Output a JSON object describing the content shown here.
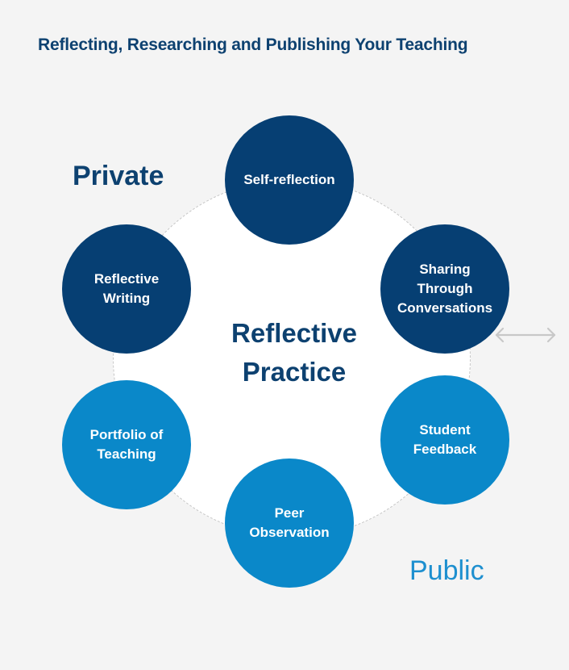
{
  "title": "Reflecting, Researching and Publishing Your Teaching",
  "center": {
    "line1": "Reflective",
    "line2": "Practice"
  },
  "labels": {
    "private": "Private",
    "public": "Public"
  },
  "nodes": {
    "self_reflection": [
      "Self-reflection"
    ],
    "sharing": [
      "Sharing",
      "Through",
      "Conversations"
    ],
    "student_feedback": [
      "Student",
      "Feedback"
    ],
    "peer_observation": [
      "Peer",
      "Observation"
    ],
    "portfolio": [
      "Portfolio of",
      "Teaching"
    ],
    "reflective_writing": [
      "Reflective",
      "Writing"
    ]
  },
  "colors": {
    "dark_node": "#063f73",
    "light_node": "#0a88c9",
    "title": "#0d4170",
    "public_label": "#1d8fcf",
    "background": "#f4f4f4",
    "arrow": "#c8c8c8"
  }
}
